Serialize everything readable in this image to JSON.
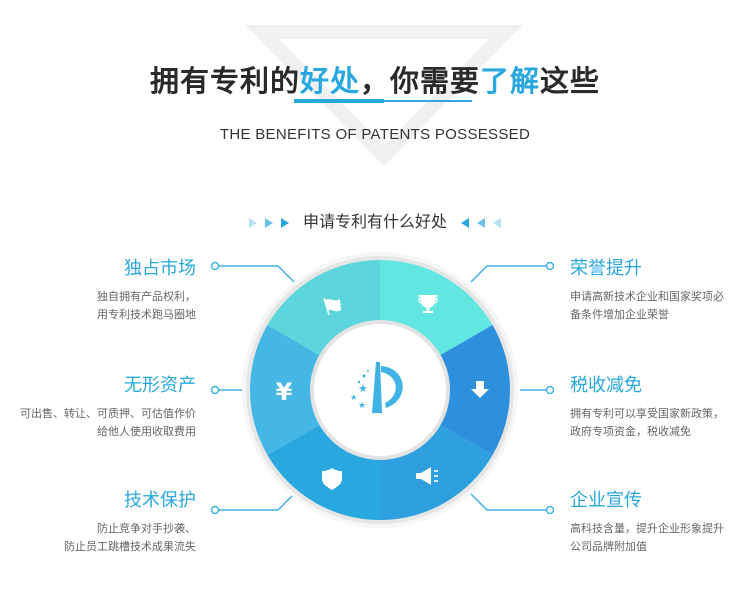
{
  "header": {
    "title_parts": [
      "拥有专利的",
      "好处",
      "，你需要",
      "了解",
      "这些"
    ],
    "subtitle": "THE BENEFITS OF PATENTS POSSESSED"
  },
  "section": {
    "title": "申请专利有什么好处"
  },
  "benefits_left": [
    {
      "title": "独占市场",
      "lines": [
        "独自拥有产品权利，",
        "用专利技术跑马圈地"
      ],
      "icon": "flag-icon"
    },
    {
      "title": "无形资产",
      "lines": [
        "可出售、转让、可质押、可估值作价",
        "给他人使用收取费用"
      ],
      "icon": "yen-icon"
    },
    {
      "title": "技术保护",
      "lines": [
        "防止竞争对手抄袭、",
        "防止员工跳槽技术成果流失"
      ],
      "icon": "shield-icon"
    }
  ],
  "benefits_right": [
    {
      "title": "荣誉提升",
      "lines": [
        "申请高新技术企业和国家奖项必",
        "备条件增加企业荣誉"
      ],
      "icon": "trophy-icon"
    },
    {
      "title": "税收减免",
      "lines": [
        "拥有专利可以享受国家新政策，",
        "政府专项资金，税收减免"
      ],
      "icon": "arrow-down-icon"
    },
    {
      "title": "企业宣传",
      "lines": [
        "高科技含量，提升企业形象提升",
        "公司品牌附加值"
      ],
      "icon": "megaphone-icon"
    }
  ],
  "colors": {
    "accent": "#29a8e0",
    "segments": [
      "#62e6e2",
      "#2e8fdc",
      "#2ea0df",
      "#29a8e0",
      "#45b7e4",
      "#5dd5dc"
    ]
  }
}
